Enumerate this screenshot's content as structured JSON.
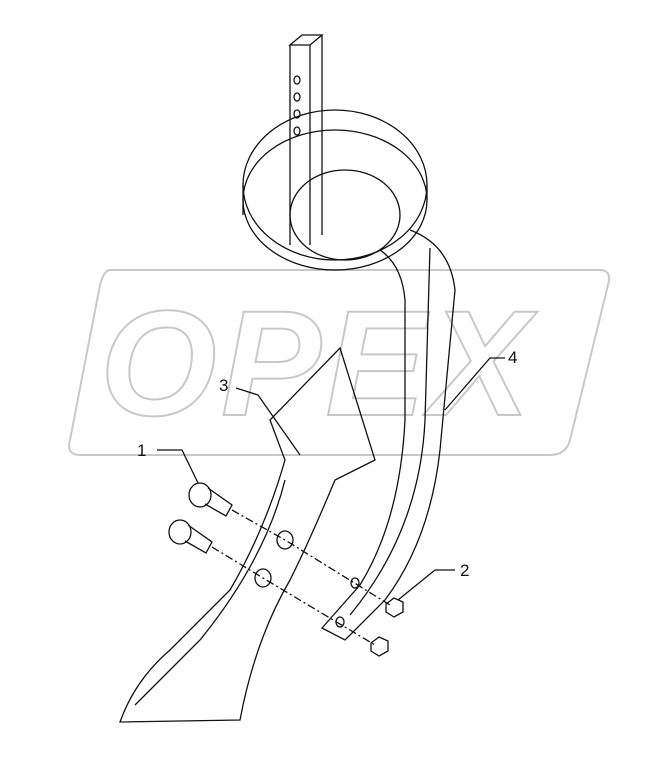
{
  "watermark": "OPEX",
  "callouts": [
    {
      "number": "1",
      "part": "bolt"
    },
    {
      "number": "2",
      "part": "nut"
    },
    {
      "number": "3",
      "part": "share"
    },
    {
      "number": "4",
      "part": "tine"
    }
  ],
  "colors": {
    "line": "#111111",
    "watermark": "#c8c8c8"
  }
}
